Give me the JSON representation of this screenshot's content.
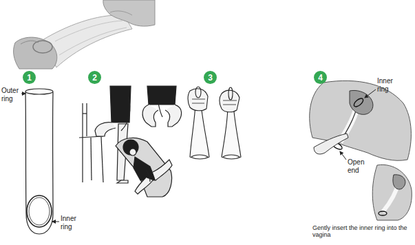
{
  "diagram": {
    "nodes": [
      {
        "text": [
          "1"
        ]
      },
      {
        "text": [
          "2"
        ]
      },
      {
        "text": [
          "3"
        ]
      },
      {
        "text": [
          "4"
        ]
      }
    ],
    "labels": [
      "Outer ring",
      "Inner ring",
      "Inner ring",
      "Open end",
      "Gently insert the inner ring into the vagina"
    ]
  }
}
